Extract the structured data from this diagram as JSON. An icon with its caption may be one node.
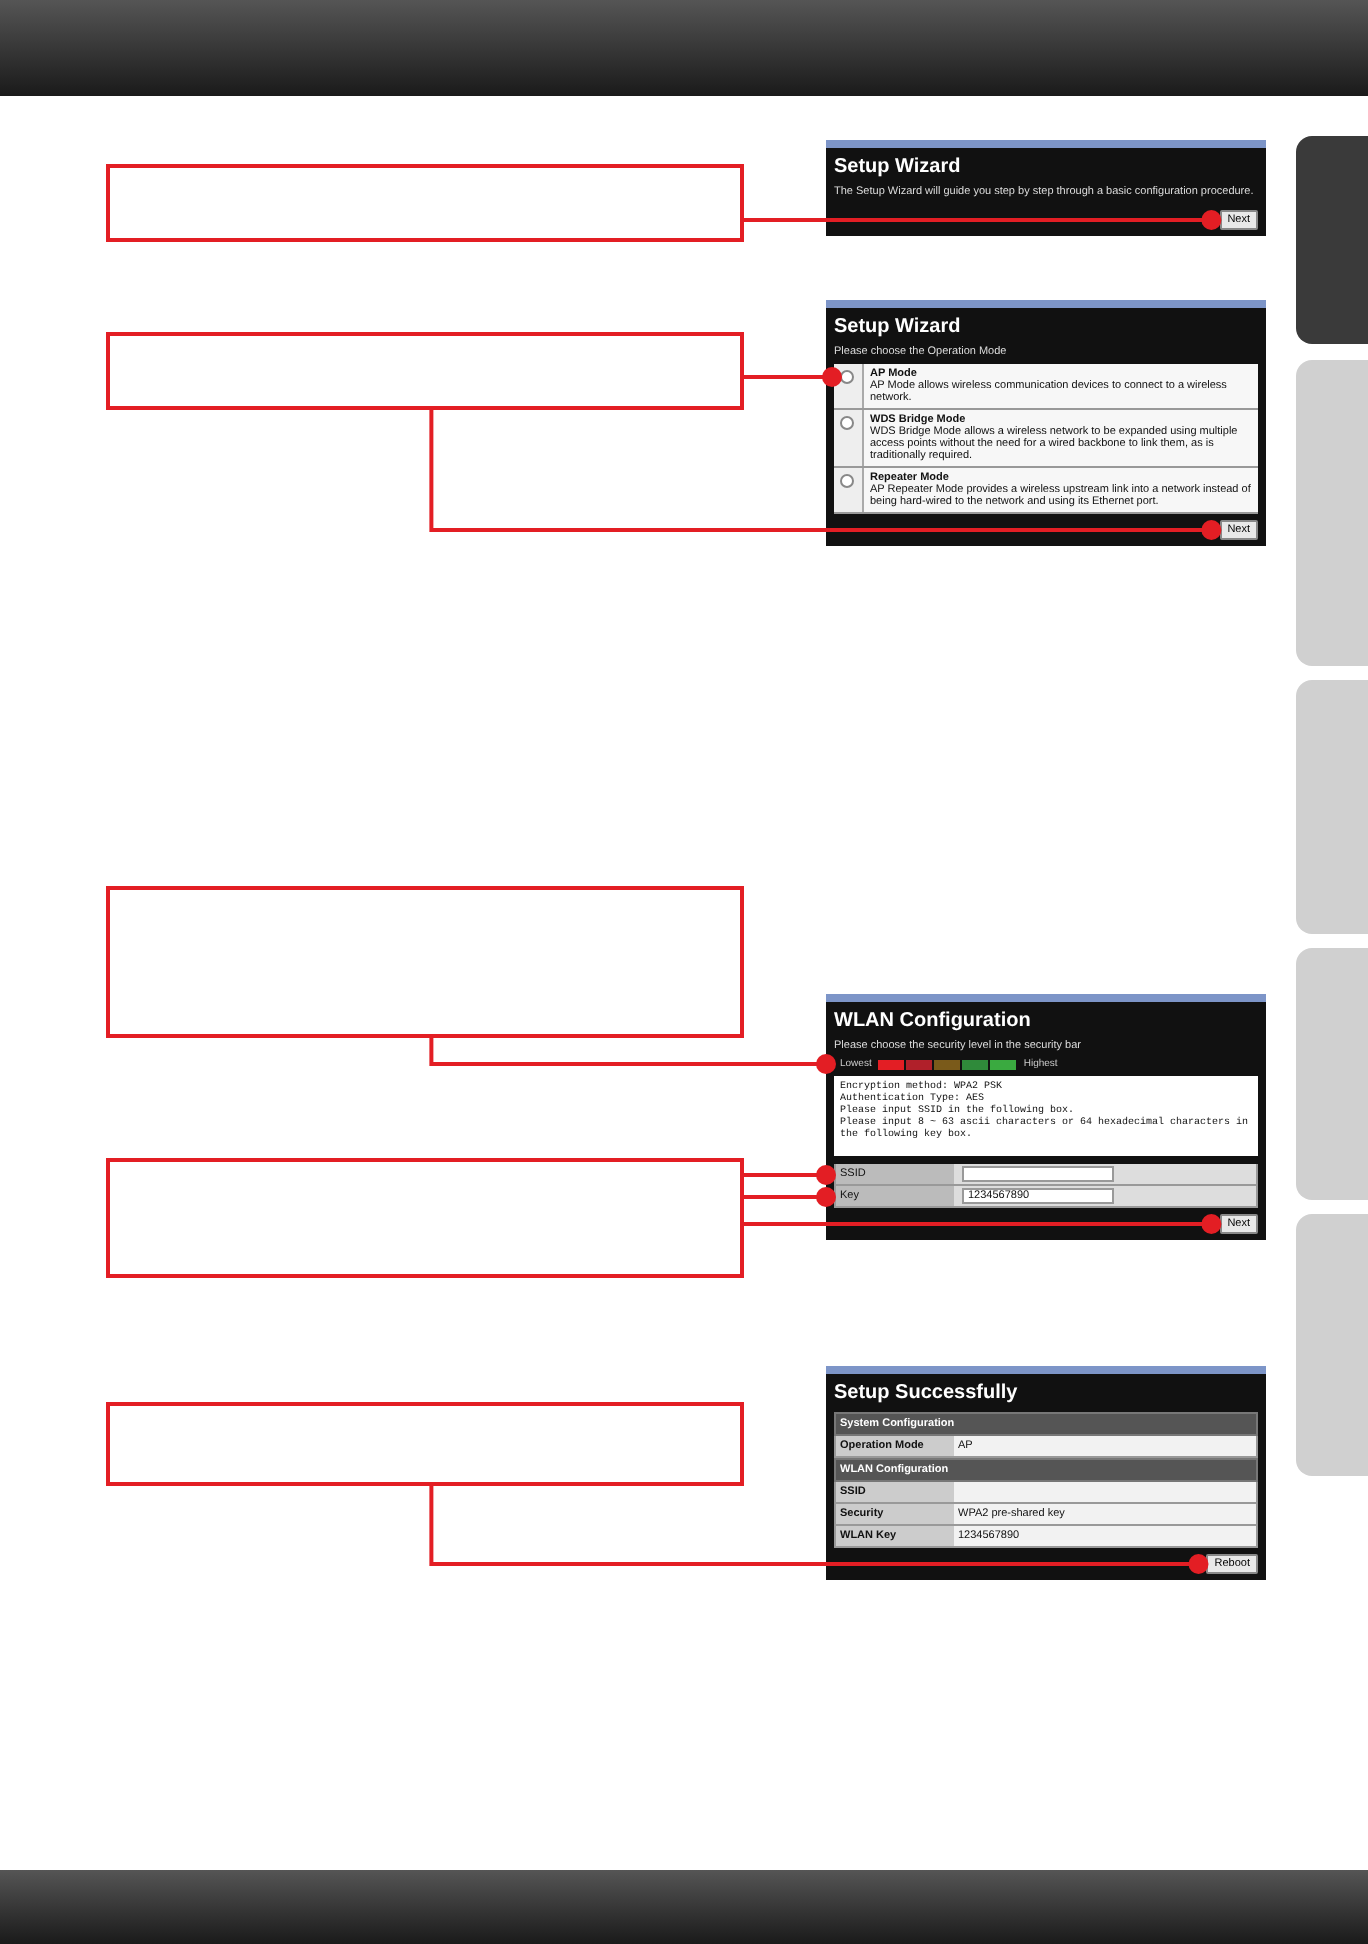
{
  "diagram": {
    "nodes": [
      {
        "text": [],
        "shape": "box"
      },
      {
        "text": [
          "Setup Wizard",
          "The Setup Wizard will guide you step by step through a basic configuration procedure."
        ]
      },
      {
        "text": [
          "Next"
        ],
        "in": 1
      },
      {
        "text": [],
        "shape": "box"
      },
      {
        "text": [
          "Setup Wizard",
          "Please choose the Operation Mode"
        ]
      },
      {
        "text": [
          "AP Mode",
          "AP Mode allows wireless communication devices to connect to a wireless network."
        ],
        "in": 4
      },
      {
        "text": [],
        "shape": "circle",
        "in": 5
      },
      {
        "text": [
          "WDS Bridge Mode",
          "WDS Bridge Mode allows a wireless network to be expanded using multiple access points without the need for a wired backbone to link them, as is traditionally required."
        ],
        "in": 4
      },
      {
        "text": [],
        "shape": "circle",
        "in": 7
      },
      {
        "text": [
          "Repeater Mode",
          "AP Repeater Mode provides a wireless upstream link into a network instead of being hard-wired to the network and using its Ethernet port."
        ],
        "in": 4
      },
      {
        "text": [],
        "shape": "circle",
        "in": 9
      },
      {
        "text": [
          "Next"
        ],
        "in": 4
      },
      {
        "text": [],
        "shape": "box"
      },
      {
        "text": [
          "WLAN Configuration",
          "Please choose the security level in the security bar"
        ]
      },
      {
        "text": [],
        "shape": "bar",
        "in": 13,
        "beside": [
          "Lowest",
          "Highest"
        ]
      },
      {
        "text": [
          "Encryption method: WPA2 PSK",
          "Authentication Type: AES",
          "Please input SSID in the following box.",
          "Please input 8 ~ 63 ascii characters or 64 hexadecimal characters in the following key box."
        ],
        "in": 13
      },
      {
        "text": [
          "SSID"
        ],
        "in": 13
      },
      {
        "text": [
          "Key",
          "1234567890"
        ],
        "in": 13
      },
      {
        "text": [
          "Next"
        ],
        "in": 13
      },
      {
        "text": [],
        "shape": "box"
      },
      {
        "text": [],
        "shape": "box"
      },
      {
        "text": [
          "Setup Successfully",
          "System Configuration",
          "Operation Mode",
          "AP",
          "WLAN Configuration",
          "SSID",
          "Security",
          "WPA2 pre-shared key",
          "WLAN Key",
          "1234567890"
        ]
      },
      {
        "text": [
          "Reboot"
        ],
        "in": 21
      },
      {
        "text": [],
        "shape": "box"
      },
      {
        "text": [],
        "shape": "box"
      },
      {
        "text": [],
        "shape": "box"
      },
      {
        "text": [],
        "shape": "box"
      },
      {
        "text": [],
        "shape": "box"
      }
    ],
    "edges": [
      {
        "from": 0,
        "to": 2,
        "arrow": "other"
      },
      {
        "from": 3,
        "to": 6,
        "arrow": "other"
      },
      {
        "from": 3,
        "to": 11,
        "arrow": "other"
      },
      {
        "from": 12,
        "to": 14,
        "arrow": "other"
      },
      {
        "from": 19,
        "to": 16,
        "arrow": "other"
      },
      {
        "from": 19,
        "to": 17,
        "arrow": "other"
      },
      {
        "from": 19,
        "to": 18,
        "arrow": "other"
      },
      {
        "from": 20,
        "to": 22,
        "arrow": "other"
      }
    ]
  }
}
